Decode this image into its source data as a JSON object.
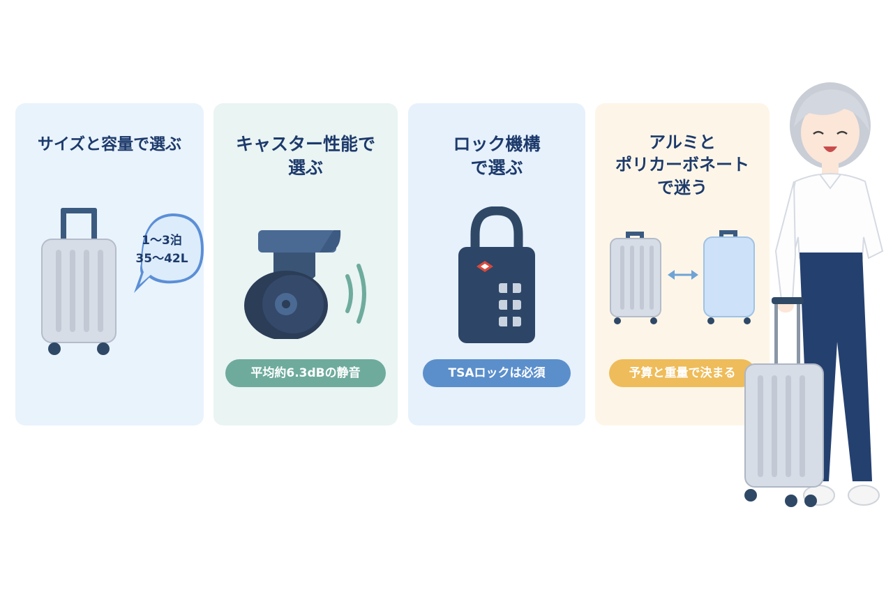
{
  "colors": {
    "title_text": "#1d3a6b",
    "pill_green": "#6eab9d",
    "pill_blue": "#5b8fcb",
    "pill_yellow": "#eebc5a",
    "arrow_blue": "#6fa3d6"
  },
  "cards": [
    {
      "title_lines": [
        "サイズと容量で選ぶ"
      ],
      "bubble_lines": [
        "1〜3泊",
        "35〜42L"
      ],
      "icon": "suitcase-icon"
    },
    {
      "title_lines": [
        "キャスター性能で",
        "選ぶ"
      ],
      "pill": "平均約6.3dBの静音",
      "icon": "caster-wheel-icon"
    },
    {
      "title_lines": [
        "ロック機構",
        "で選ぶ"
      ],
      "pill": "TSAロックは必須",
      "icon": "tsa-padlock-icon"
    },
    {
      "title_lines": [
        "アルミと",
        "ポリカーボネート",
        "で迷う"
      ],
      "pill": "予算と重量で決まる",
      "icon": "compare-suitcases-icon"
    }
  ]
}
